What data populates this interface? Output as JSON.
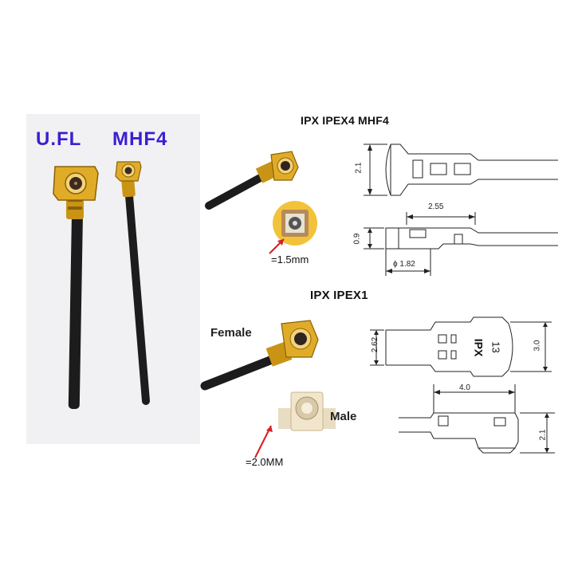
{
  "left_photo": {
    "label_ufl": "U.FL",
    "label_mhf4": "MHF4",
    "label_color": "#3a1fd0"
  },
  "top_section": {
    "heading": "IPX IPEX4 MHF4",
    "callout": "=1.5mm",
    "dims": {
      "height": "2.1",
      "length": "2.55",
      "thickness": "0.9",
      "diameter": "ϕ 1.82"
    }
  },
  "bottom_section": {
    "heading": "IPX IPEX1",
    "female_label": "Female",
    "male_label": "Male",
    "callout": "=2.0MM",
    "dims": {
      "left_height": "2.62",
      "right_height": "3.0",
      "length": "4.0",
      "profile_height": "2.1"
    },
    "marking_brand": "IPX",
    "marking_number": "13"
  },
  "colors": {
    "gold": "#d9a520",
    "cable": "#1c1c1c",
    "arrow_red": "#d81e1e"
  }
}
